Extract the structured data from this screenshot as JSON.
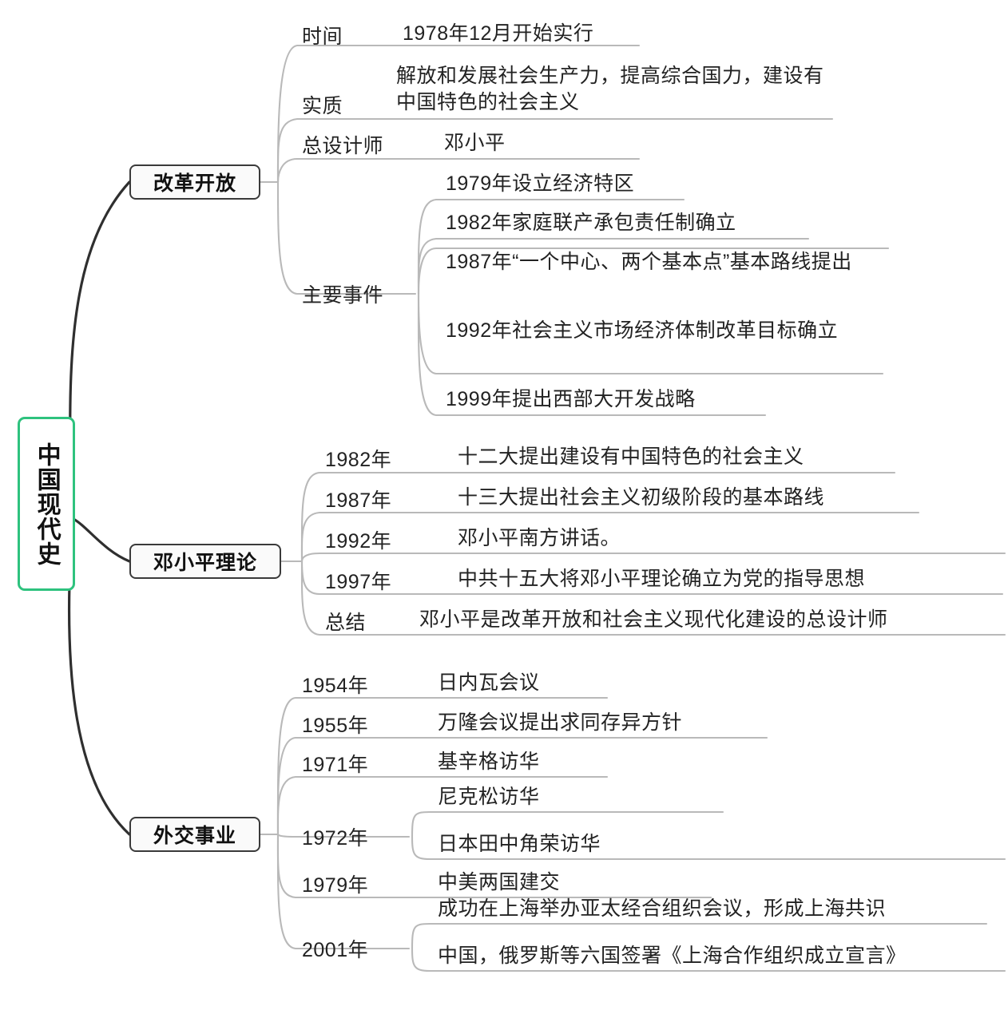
{
  "diagram": {
    "title": "中国现代史",
    "type": "mindmap",
    "accent_color": "#2ec27e",
    "branch_border_color": "#3a3a3a",
    "connector_color": "#b9b9b9",
    "root_connector_color": "#2f2f2f",
    "background": "#ffffff"
  },
  "root": {
    "label": "中国现代史"
  },
  "branches": [
    {
      "label": "改革开放",
      "rows": [
        {
          "key": "时间",
          "values": [
            "1978年12月开始实行"
          ]
        },
        {
          "key": "实质",
          "values": [
            "解放和发展社会生产力，提高综合国力，建设有中国特色的社会主义"
          ]
        },
        {
          "key": "总设计师",
          "values": [
            "邓小平"
          ]
        },
        {
          "key": "主要事件",
          "values": [
            "1979年设立经济特区",
            "1982年家庭联产承包责任制确立",
            "1987年“一个中心、两个基本点”基本路线提出",
            "1992年社会主义市场经济体制改革目标确立",
            "1999年提出西部大开发战略"
          ]
        }
      ]
    },
    {
      "label": "邓小平理论",
      "rows": [
        {
          "key": "1982年",
          "values": [
            "十二大提出建设有中国特色的社会主义"
          ]
        },
        {
          "key": "1987年",
          "values": [
            "十三大提出社会主义初级阶段的基本路线"
          ]
        },
        {
          "key": "1992年",
          "values": [
            "邓小平南方讲话。"
          ]
        },
        {
          "key": "1997年",
          "values": [
            "中共十五大将邓小平理论确立为党的指导思想"
          ]
        },
        {
          "key": "总结",
          "values": [
            "邓小平是改革开放和社会主义现代化建设的总设计师"
          ]
        }
      ]
    },
    {
      "label": "外交事业",
      "rows": [
        {
          "key": "1954年",
          "values": [
            "日内瓦会议"
          ]
        },
        {
          "key": "1955年",
          "values": [
            "万隆会议提出求同存异方针"
          ]
        },
        {
          "key": "1971年",
          "values": [
            "基辛格访华"
          ]
        },
        {
          "key": "1972年",
          "values": [
            "尼克松访华",
            "日本田中角荣访华"
          ]
        },
        {
          "key": "1979年",
          "values": [
            "中美两国建交"
          ]
        },
        {
          "key": "2001年",
          "values": [
            "成功在上海举办亚太经合组织会议，形成上海共识",
            "中国，俄罗斯等六国签署《上海合作组织成立宣言》"
          ]
        }
      ]
    }
  ],
  "labels": {
    "b0": "改革开放",
    "b1": "邓小平理论",
    "b2": "外交事业",
    "b0r0k": "时间",
    "b0r0v0": "1978年12月开始实行",
    "b0r1k": "实质",
    "b0r1v0": "解放和发展社会生产力，提高综合国力，建设有中国特色的社会主义",
    "b0r2k": "总设计师",
    "b0r2v0": "邓小平",
    "b0r3k": "主要事件",
    "b0r3v0": "1979年设立经济特区",
    "b0r3v1": "1982年家庭联产承包责任制确立",
    "b0r3v2": "1987年“一个中心、两个基本点”基本路线提出",
    "b0r3v3": "1992年社会主义市场经济体制改革目标确立",
    "b0r3v4": "1999年提出西部大开发战略",
    "b1r0k": "1982年",
    "b1r0v0": "十二大提出建设有中国特色的社会主义",
    "b1r1k": "1987年",
    "b1r1v0": "十三大提出社会主义初级阶段的基本路线",
    "b1r2k": "1992年",
    "b1r2v0": "邓小平南方讲话。",
    "b1r3k": "1997年",
    "b1r3v0": "中共十五大将邓小平理论确立为党的指导思想",
    "b1r4k": "总结",
    "b1r4v0": "邓小平是改革开放和社会主义现代化建设的总设计师",
    "b2r0k": "1954年",
    "b2r0v0": "日内瓦会议",
    "b2r1k": "1955年",
    "b2r1v0": "万隆会议提出求同存异方针",
    "b2r2k": "1971年",
    "b2r2v0": "基辛格访华",
    "b2r3k": "1972年",
    "b2r3v0": "尼克松访华",
    "b2r3v1": "日本田中角荣访华",
    "b2r4k": "1979年",
    "b2r4v0": "中美两国建交",
    "b2r5k": "2001年",
    "b2r5v0": "成功在上海举办亚太经合组织会议，形成上海共识",
    "b2r5v1": "中国，俄罗斯等六国签署《上海合作组织成立宣言》"
  }
}
